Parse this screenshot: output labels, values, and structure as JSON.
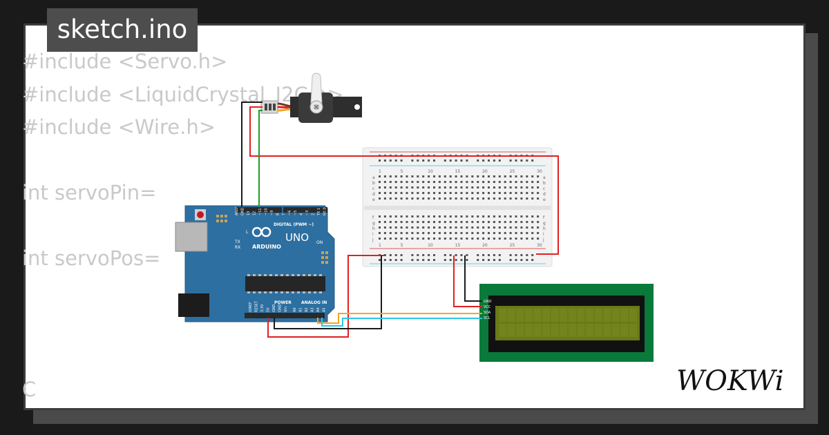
{
  "tab": {
    "filename": "sketch.ino"
  },
  "code_lines": [
    "#include <Servo.h>",
    "#include <LiquidCrystal_I2C.h>",
    "#include <Wire.h>",
    "",
    "int servoPin=",
    "",
    "int servoPos=",
    "",
    "",
    "",
    "C"
  ],
  "arduino": {
    "board_name": "UNO",
    "brand": "ARDUINO",
    "digital_label": "DIGITAL (PWM ~)",
    "power_label": "POWER",
    "analog_label": "ANALOG IN",
    "on_label": "ON",
    "l_label": "L",
    "tx_label": "TX",
    "rx_label": "RX",
    "aref_label": "AREF",
    "gnd_label": "GND",
    "pin_labels_top": [
      "13",
      "12",
      "~11",
      "~10",
      "~9",
      "8",
      "7",
      "~6",
      "~5",
      "4",
      "~3",
      "2",
      "TX 1",
      "RX 0"
    ],
    "pin_labels_bottom": [
      "IOREF",
      "RESET",
      "3.3V",
      "5V",
      "GND",
      "GND",
      "Vin",
      "A0",
      "A1",
      "A2",
      "A3",
      "A4",
      "A5"
    ]
  },
  "breadboard": {
    "column_numbers": [
      "1",
      "5",
      "10",
      "15",
      "20",
      "25",
      "30"
    ],
    "row_letters_top": [
      "a",
      "b",
      "c",
      "d",
      "e"
    ],
    "row_letters_bottom": [
      "f",
      "g",
      "h",
      "i",
      "j"
    ]
  },
  "lcd": {
    "pin_labels": [
      "GND",
      "VCC",
      "SDA",
      "SCL"
    ]
  },
  "logo": {
    "text": "WOKWi"
  },
  "colors": {
    "board_blue": "#2d6fa0",
    "lcd_green": "#0a7a3a",
    "lcd_screen": "#6b7a18",
    "wire_red": "#e02020",
    "wire_black": "#1a1a1a",
    "wire_green": "#1f9a2a",
    "wire_orange": "#f5a623",
    "wire_cyan": "#29c6e6"
  }
}
